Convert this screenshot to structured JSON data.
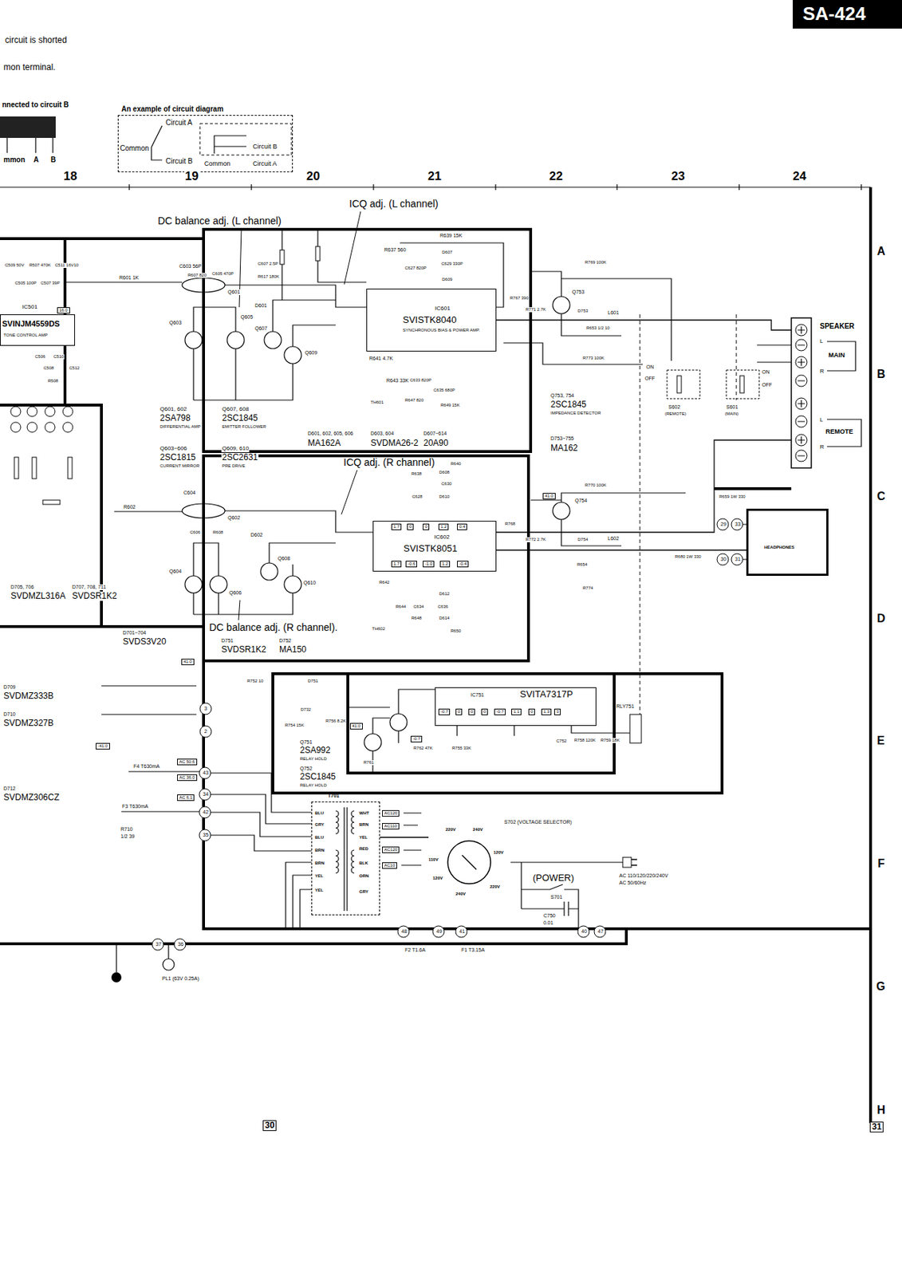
{
  "diagram": {
    "nodes": [
      {
        "text": [
          "SA-424"
        ]
      },
      {
        "text": [
          "An example of circuit diagram",
          "Circuit A",
          "Common",
          "Circuit B",
          "Circuit B",
          "Common",
          "Circuit A"
        ]
      },
      {
        "text": [
          "IC501",
          "SVINJM4559DS",
          "TONE CONTROL AMP"
        ]
      },
      {
        "text": [
          "IC601",
          "SVISTK8040",
          "SYNCHRONOUS BIAS & POWER AMP."
        ]
      },
      {
        "text": [
          "IC602",
          "SVISTK8051"
        ]
      },
      {
        "text": [
          "SPEAKER",
          "L",
          "MAIN",
          "R",
          "L",
          "REMOTE",
          "R"
        ]
      },
      {
        "text": [
          "HEADPHONES"
        ]
      },
      {
        "text": [
          "IC751",
          "SVITA7317P"
        ]
      },
      {
        "text": [
          "T701",
          "BLU",
          "GRY",
          "BLU",
          "BRN",
          "BRN",
          "YEL",
          "YEL",
          "WHT",
          "BRN",
          "YEL",
          "RED",
          "BLK",
          "ORN",
          "GRY"
        ]
      },
      {
        "text": [
          "220V",
          "240V",
          "110V",
          "120V",
          "120V",
          "240V",
          "220V"
        ]
      }
    ],
    "edges": [
      {
        "from": 3,
        "to": 5,
        "arrow": "none"
      },
      {
        "from": 4,
        "to": 5,
        "arrow": "none"
      },
      {
        "from": 4,
        "to": 6,
        "arrow": "none"
      },
      {
        "from": 8,
        "to": 9,
        "arrow": "none"
      }
    ],
    "labels": [
      "circuit is shorted",
      "mon terminal.",
      "nnected to circuit B",
      "mmon",
      "A",
      "B",
      "18",
      "19",
      "20",
      "21",
      "22",
      "23",
      "24",
      "A",
      "B",
      "C",
      "D",
      "E",
      "F",
      "G",
      "H",
      "30",
      "31",
      "DC balance adj. (L channel)",
      "ICQ adj. (L channel)",
      "ICQ adj. (R channel)",
      "DC balance adj. (R channel).",
      "Q601, 602",
      "2SA798",
      "DIFFERENTIAL AMP",
      "Q603~606",
      "2SC1815",
      "CURRENT MIRROR",
      "Q607, 608",
      "2SC1845",
      "EMITTER FOLLOWER",
      "Q609, 610",
      "2SC2631",
      "PRE DRIVE",
      "D601, 602, 605, 606",
      "MA162A",
      "D603, 604",
      "SVDMA26-2",
      "D607~614",
      "20A90",
      "Q753, 754",
      "2SC1845",
      "IMPEDANCE DETECTOR",
      "D753~755",
      "MA162",
      "D705, 706",
      "SVDMZL316A",
      "D707, 708, 711",
      "SVDSR1K2",
      "D701~704",
      "SVDS3V20",
      "D751",
      "SVDSR1K2",
      "D752",
      "MA150",
      "Q751",
      "2SA992",
      "RELAY HOLD",
      "Q752",
      "2SC1845",
      "RELAY HOLD",
      "D709",
      "SVDMZ333B",
      "D710",
      "SVDMZ327B",
      "D712",
      "SVDMZ306CZ",
      "(POWER)",
      "AC 110/120/220/240V",
      "AC 50/60Hz",
      "S702 (VOLTAGE SELECTOR)",
      "S701",
      "C750",
      "0.01",
      "F4 T630mA",
      "F3 T630mA",
      "R710",
      "1/2 39",
      "F2 T1.6A",
      "F1 T3.15A",
      "PL1 (63V 0.25A)",
      "S602",
      "(REMOTE)",
      "S601",
      "(MAIN)",
      "ON",
      "OFF",
      "ON",
      "OFF",
      "RLY751",
      "Q601",
      "Q602",
      "Q603",
      "Q605",
      "Q607",
      "Q609",
      "D601",
      "D602",
      "Q604",
      "Q606",
      "Q608",
      "Q610",
      "Q753",
      "Q754",
      "L601",
      "L602",
      "R601 1K",
      "R602",
      "C603 56P",
      "C604",
      "R607 820",
      "C605 470P",
      "R608",
      "C606",
      "C607 2.5P",
      "R617 180K",
      "R637 560",
      "R639 15K",
      "C627 820P",
      "C629 330P",
      "D607",
      "D609",
      "R641 4.7K",
      "R643 33K",
      "C633 820P",
      "C635 680P",
      "R647 820",
      "R649 15K",
      "TH601",
      "R767 390",
      "R769 100K",
      "R771 2.7K",
      "D753",
      "R653 1/2 10",
      "R773 100K",
      "R770 100K",
      "R772 2.7K",
      "D754",
      "R654",
      "R774",
      "R659 1W 330",
      "R680 1W 330",
      "R638",
      "R640",
      "D608",
      "C630",
      "D610",
      "C628",
      "R768",
      "R642",
      "R644",
      "C634",
      "D612",
      "C636",
      "R648",
      "D614",
      "TH602",
      "R650",
      "R752 10",
      "D751",
      "R756 8.2K",
      "D732",
      "R754 15K",
      "R762 47K",
      "R755 33K",
      "C752",
      "R758 120K",
      "R759 18K",
      "R761",
      "C509 50V",
      "R507 470K",
      "C511 16V10",
      "C505 100P",
      "C507 39P",
      "C506",
      "C510",
      "C508",
      "R508",
      "C512",
      "1.7",
      "0",
      "0",
      "1.2",
      "0.4",
      "1.7",
      "-0.6",
      "-1.0",
      "1.2",
      "-0.4",
      "-0.7",
      "0",
      "0",
      "0",
      "-0.7",
      "1.1",
      "0",
      "1.3",
      "3",
      "41.0",
      "-41.0",
      "AC 50.6",
      "AC 36.0",
      "AC 6.1",
      "AC120",
      "AC110",
      "AC120",
      "AC10",
      "41.0",
      "41.0",
      "-0.7",
      "16.0",
      "29",
      "33",
      "30",
      "31",
      "3",
      "2",
      "43",
      "34",
      "42",
      "35",
      "48",
      "49",
      "41",
      "40",
      "47",
      "37",
      "36"
    ]
  }
}
